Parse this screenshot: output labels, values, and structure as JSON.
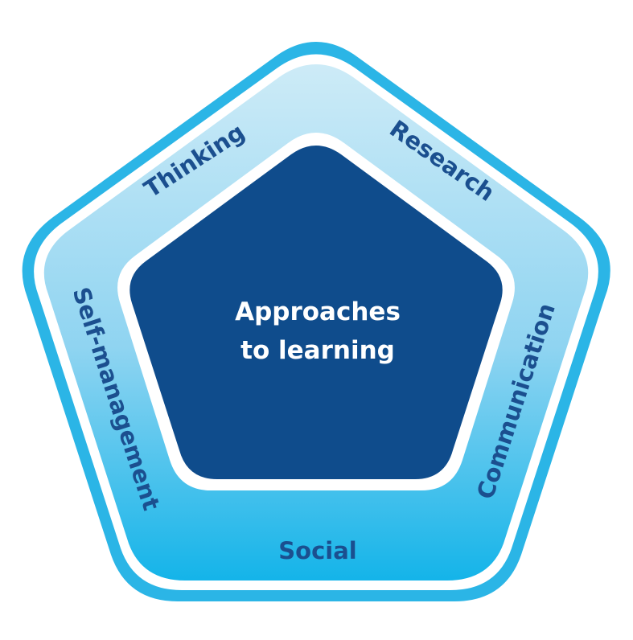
{
  "diagram": {
    "center": {
      "line1": "Approaches",
      "line2": "to learning"
    },
    "skills": {
      "thinking": "Thinking",
      "research": "Research",
      "communication": "Communication",
      "social": "Social",
      "self_management": "Self-management"
    },
    "colors": {
      "outer_stroke": "#2bb5e6",
      "band_top": "#cdebf7",
      "band_bottom": "#14b4e9",
      "inner_fill": "#0f4c8c",
      "label_text": "#1b4f8f",
      "center_text": "#ffffff"
    }
  }
}
